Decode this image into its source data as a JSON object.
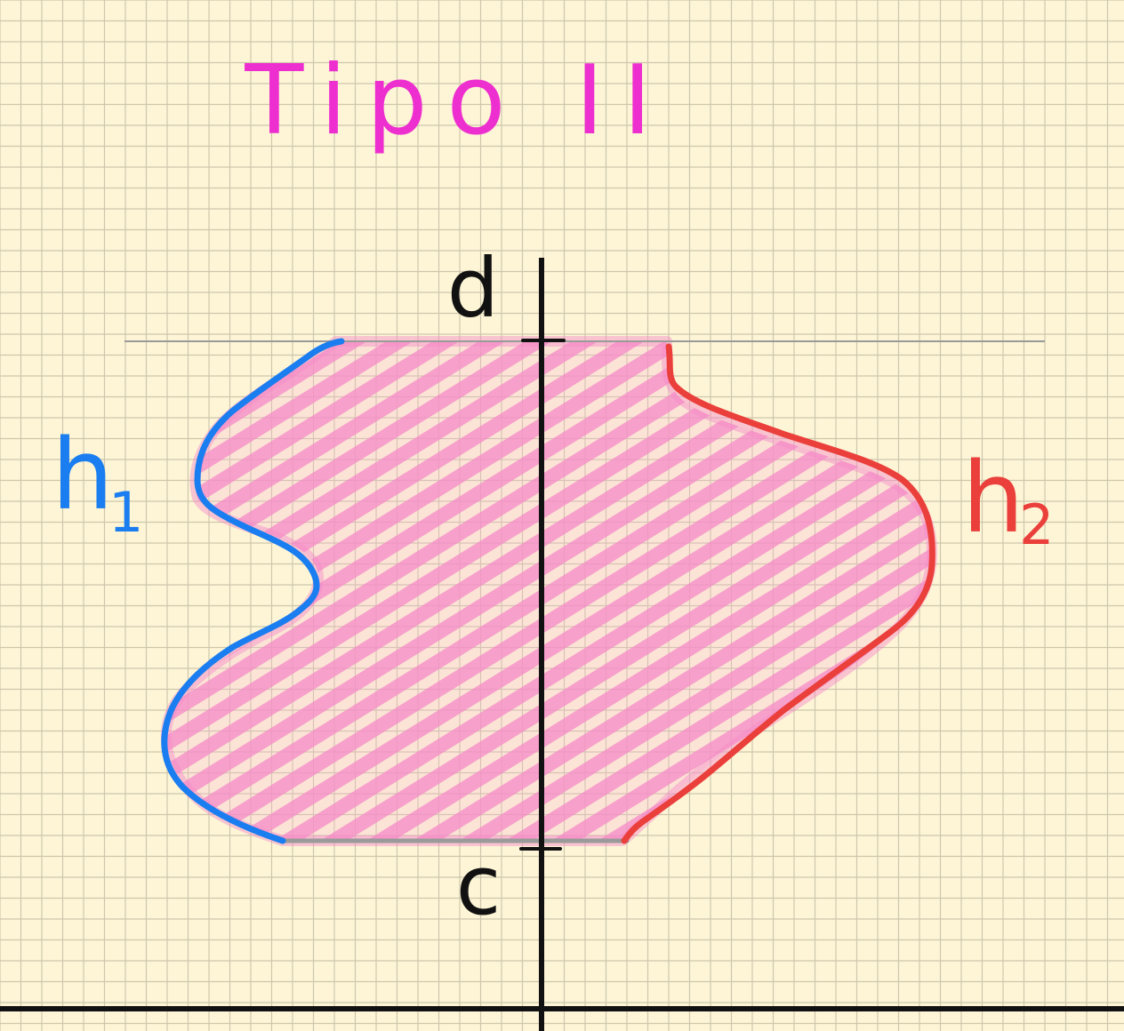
{
  "title": "Tipo II",
  "labels": {
    "top_bound": "d",
    "bottom_bound": "c",
    "left_curve": "h",
    "left_curve_sub": "1",
    "right_curve": "h",
    "right_curve_sub": "2"
  },
  "colors": {
    "paper": "#fdf5d6",
    "grid": "#cfc7ad",
    "title": "#ee2fd0",
    "hatch": "#f58ac7",
    "left_curve": "#1a7df0",
    "right_curve": "#ea3f3a",
    "bounds": "#9a9a9a",
    "axes": "#111111"
  },
  "icons": {
    "left_curve": "blue-curve-h1",
    "right_curve": "red-curve-h2"
  }
}
